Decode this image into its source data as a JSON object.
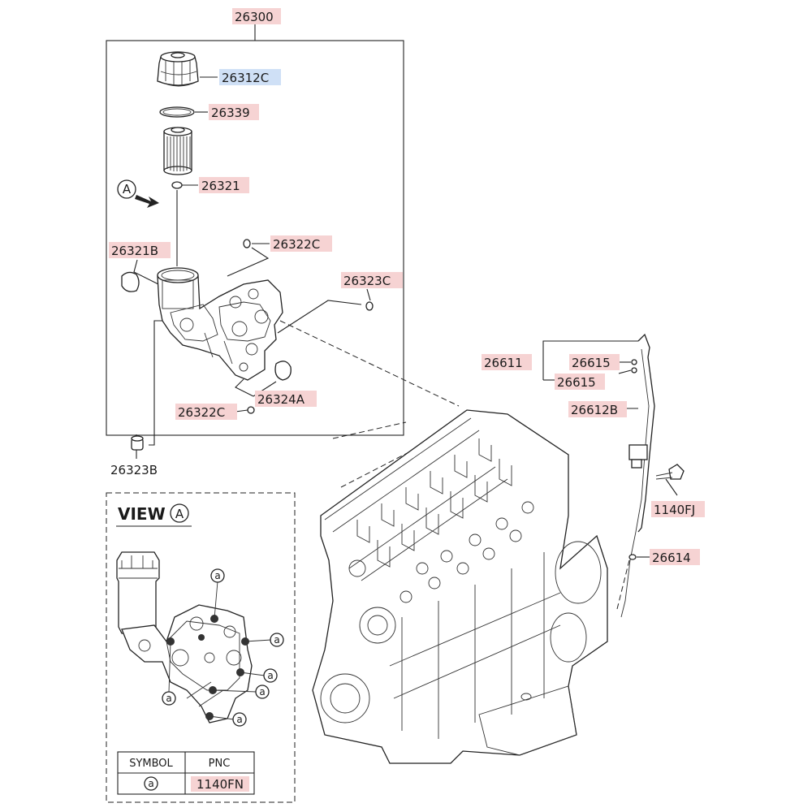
{
  "labels": {
    "assembly": "26300",
    "cap": "26312C",
    "oring": "26339",
    "element": "26321",
    "gasket_left": "26321B",
    "plug_top": "26322C",
    "plug_right": "26323C",
    "gasket_bottom": "26324A",
    "plug_bottom": "26322C",
    "plug_outside": "26323B",
    "dipstick_assy": "26611",
    "oring_a": "26615",
    "oring_b": "26615",
    "guide_tube": "26612B",
    "bolt": "1140FJ",
    "oring_c": "26614"
  },
  "view": {
    "title": "VIEW",
    "letter": "A",
    "marker": "a"
  },
  "arrow_marker": "A",
  "symbol_table": {
    "headers": [
      "SYMBOL",
      "PNC"
    ],
    "rows": [
      {
        "symbol": "a",
        "pnc": "1140FN"
      }
    ]
  },
  "colors": {
    "label_highlight": "#f6d3d3",
    "selected_highlight": "#cfe0f6",
    "line": "#222222"
  }
}
